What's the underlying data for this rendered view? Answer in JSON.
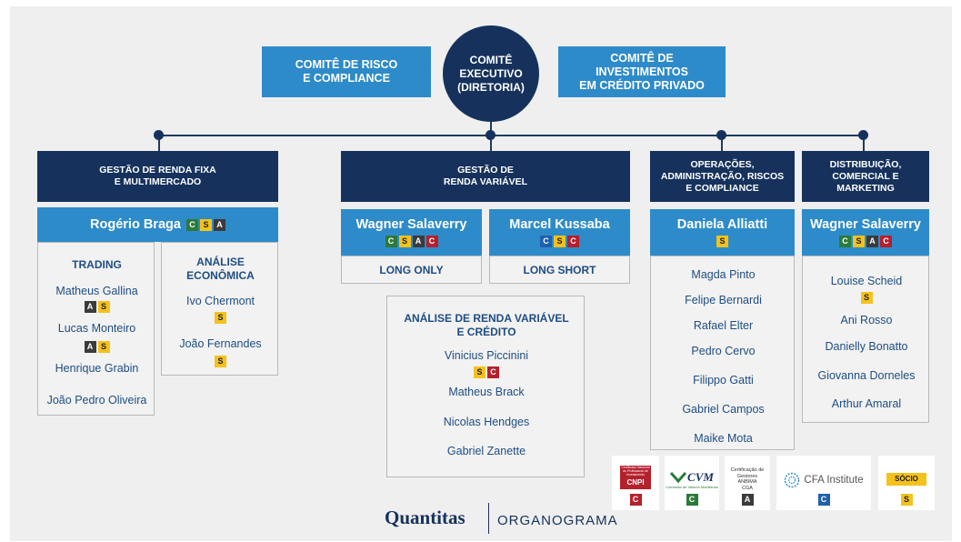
{
  "top": {
    "left_committee": "COMITÊ DE RISCO\nE COMPLIANCE",
    "center_committee": "COMITÊ\nEXECUTIVO\n(DIRETORIA)",
    "right_committee": "COMITÊ DE\nINVESTIMENTOS\nEM CRÉDITO PRIVADO"
  },
  "departments": {
    "renda_fixa": "GESTÃO DE RENDA FIXA\nE MULTIMERCADO",
    "renda_variavel": "GESTÃO DE\nRENDA VARIÁVEL",
    "operacoes": "OPERAÇÕES,\nADMINISTRAÇÃO, RISCOS\nE COMPLIANCE",
    "distribuicao": "DISTRIBUIÇÃO,\nCOMERCIAL E\nMARKETING"
  },
  "renda_fixa": {
    "lead": "Rogério Braga",
    "lead_badges": [
      "C",
      "S",
      "A"
    ],
    "trading_title": "TRADING",
    "analise_title": "ANÁLISE\nECONÔMICA",
    "trading": [
      {
        "name": "Matheus Gallina",
        "badges": [
          "A",
          "S"
        ]
      },
      {
        "name": "Lucas Monteiro",
        "badges": [
          "A",
          "S"
        ]
      },
      {
        "name": "Henrique Grabin",
        "badges": []
      },
      {
        "name": "João Pedro Oliveira",
        "badges": []
      }
    ],
    "analise": [
      {
        "name": "Ivo Chermont",
        "badges": [
          "S"
        ]
      },
      {
        "name": "João Fernandes",
        "badges": [
          "S"
        ]
      }
    ]
  },
  "renda_variavel": {
    "lead1": "Wagner Salaverry",
    "lead1_badges": [
      "C",
      "S",
      "A",
      "C"
    ],
    "lead1_sub": "LONG ONLY",
    "lead2": "Marcel Kussaba",
    "lead2_badges": [
      "C",
      "S",
      "C"
    ],
    "lead2_sub": "LONG SHORT",
    "analise_title": "ANÁLISE DE RENDA VARIÁVEL\nE CRÉDITO",
    "analise": [
      {
        "name": "Vinicius Piccinini",
        "badges": [
          "S",
          "C"
        ]
      },
      {
        "name": "Matheus Brack",
        "badges": []
      },
      {
        "name": "Nicolas Hendges",
        "badges": []
      },
      {
        "name": "Gabriel Zanette",
        "badges": []
      }
    ]
  },
  "operacoes": {
    "lead": "Daniela Alliatti",
    "lead_badges": [
      "S"
    ],
    "members": [
      "Magda Pinto",
      "Felipe Bernardi",
      "Rafael Elter",
      "Pedro Cervo",
      "Filippo Gatti",
      "Gabriel Campos",
      "Maike Mota"
    ]
  },
  "distribuicao": {
    "lead": "Wagner Salaverry",
    "lead_badges": [
      "C",
      "S",
      "A",
      "C"
    ],
    "members": [
      {
        "name": "Louise Scheid",
        "badges": [
          "S"
        ]
      },
      {
        "name": "Ani Rosso",
        "badges": []
      },
      {
        "name": "Danielly Bonatto",
        "badges": []
      },
      {
        "name": "Giovanna Dorneles",
        "badges": []
      },
      {
        "name": "Arthur Amaral",
        "badges": []
      }
    ]
  },
  "certifications": [
    {
      "label": "CNPI",
      "badge": "C"
    },
    {
      "label": "CVM",
      "badge": "C"
    },
    {
      "label": "ANBIMA CGA",
      "badge": "A"
    },
    {
      "label": "CFA Institute",
      "badge": "C"
    },
    {
      "label": "SÓCIO",
      "badge": "S"
    }
  ],
  "cert_small_text": {
    "cnpi": "Certificado Nacional do Profissional de Investimento",
    "cvm": "Comissão de Valores Mobiliários",
    "anbima": "Certificação de Gestores\nANBIMA\nCGA"
  },
  "footer": {
    "brand": "Quantitas",
    "title": "ORGANOGRAMA"
  },
  "colors": {
    "navy": "#16325c",
    "blue": "#2e8bc9",
    "yellow": "#f4c21a",
    "green": "#2b7a3a",
    "red": "#b5202d",
    "dark": "#3b3b3b"
  }
}
